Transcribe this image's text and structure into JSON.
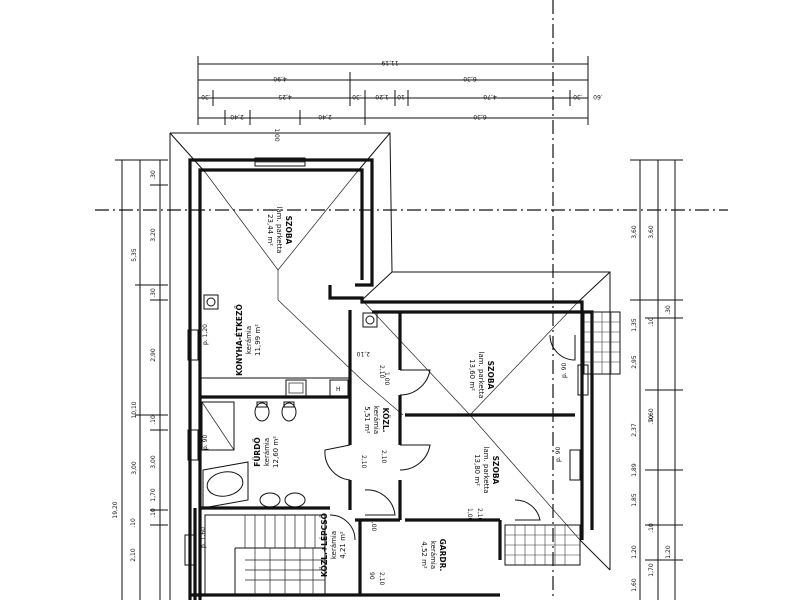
{
  "dimensions_top": {
    "row1": [
      "11,19"
    ],
    "row2": [
      "4,90",
      "6,30"
    ],
    "row3": [
      ".30",
      "4,25",
      ".30",
      "1,20",
      "10",
      "4,70",
      ".30",
      ".60"
    ],
    "row4": [
      "2,40",
      "1,00",
      "2,40",
      "6,30"
    ]
  },
  "dimensions_left": {
    "outer": [
      "19,20"
    ],
    "mid": [
      "5,35",
      "10,10",
      "3,00"
    ],
    "inner": [
      ".30",
      "3,20",
      ".30",
      "2,90",
      ".10",
      "3,00",
      ".10",
      "1,70",
      ".10",
      "2,10"
    ]
  },
  "dimensions_right": {
    "outer": [
      "3,60",
      "9,60"
    ],
    "mid": [
      "3,60",
      "1,35",
      "2,95",
      "1,85",
      "1,20",
      "1,60"
    ],
    "inner": [
      ".30",
      ".10",
      ".10",
      ".10",
      "2,37",
      "1,89",
      "1,70",
      "1,20"
    ]
  },
  "rooms": [
    {
      "key": "szoba1",
      "name": "SZOBA",
      "floor": "lam. parketta",
      "area": "23,44 m²"
    },
    {
      "key": "konyha",
      "name": "KONYHA-ÉTKEZŐ",
      "floor": "kerámia",
      "area": "11,99 m²"
    },
    {
      "key": "szoba2",
      "name": "SZOBA",
      "floor": "lam. parketta",
      "area": "13,60 m²"
    },
    {
      "key": "kozl",
      "name": "KÖZL.",
      "floor": "kerámia",
      "area": "5,51 m²"
    },
    {
      "key": "furdo",
      "name": "FÜRDŐ",
      "floor": "kerámia",
      "area": "12,60 m²"
    },
    {
      "key": "szoba3",
      "name": "SZOBA",
      "floor": "lam. parketta",
      "area": "13,80 m²"
    },
    {
      "key": "gard",
      "name": "GARDR.",
      "floor": "kerámia",
      "area": "4,52 m²"
    },
    {
      "key": "lepcso",
      "name": "KÖZL.+LÉPCSŐ",
      "floor": "kerámia",
      "area": "4,21 m²"
    }
  ],
  "door_labels": {
    "d1": "2,10",
    "d1b": "1,00",
    "d2": "2,10",
    "d2b": "2,10",
    "d3": "1,00",
    "d3b": "2,10",
    "d4": "90",
    "d4b": "2,10",
    "d5": "1,00",
    "d5b": "2,10"
  },
  "window_labels": {
    "w_left1": "p. 1,20",
    "w_left2": "p. 90",
    "w_left3": "p. 1,60",
    "w_right1": "p. 90",
    "w_right2": "p. 90"
  }
}
